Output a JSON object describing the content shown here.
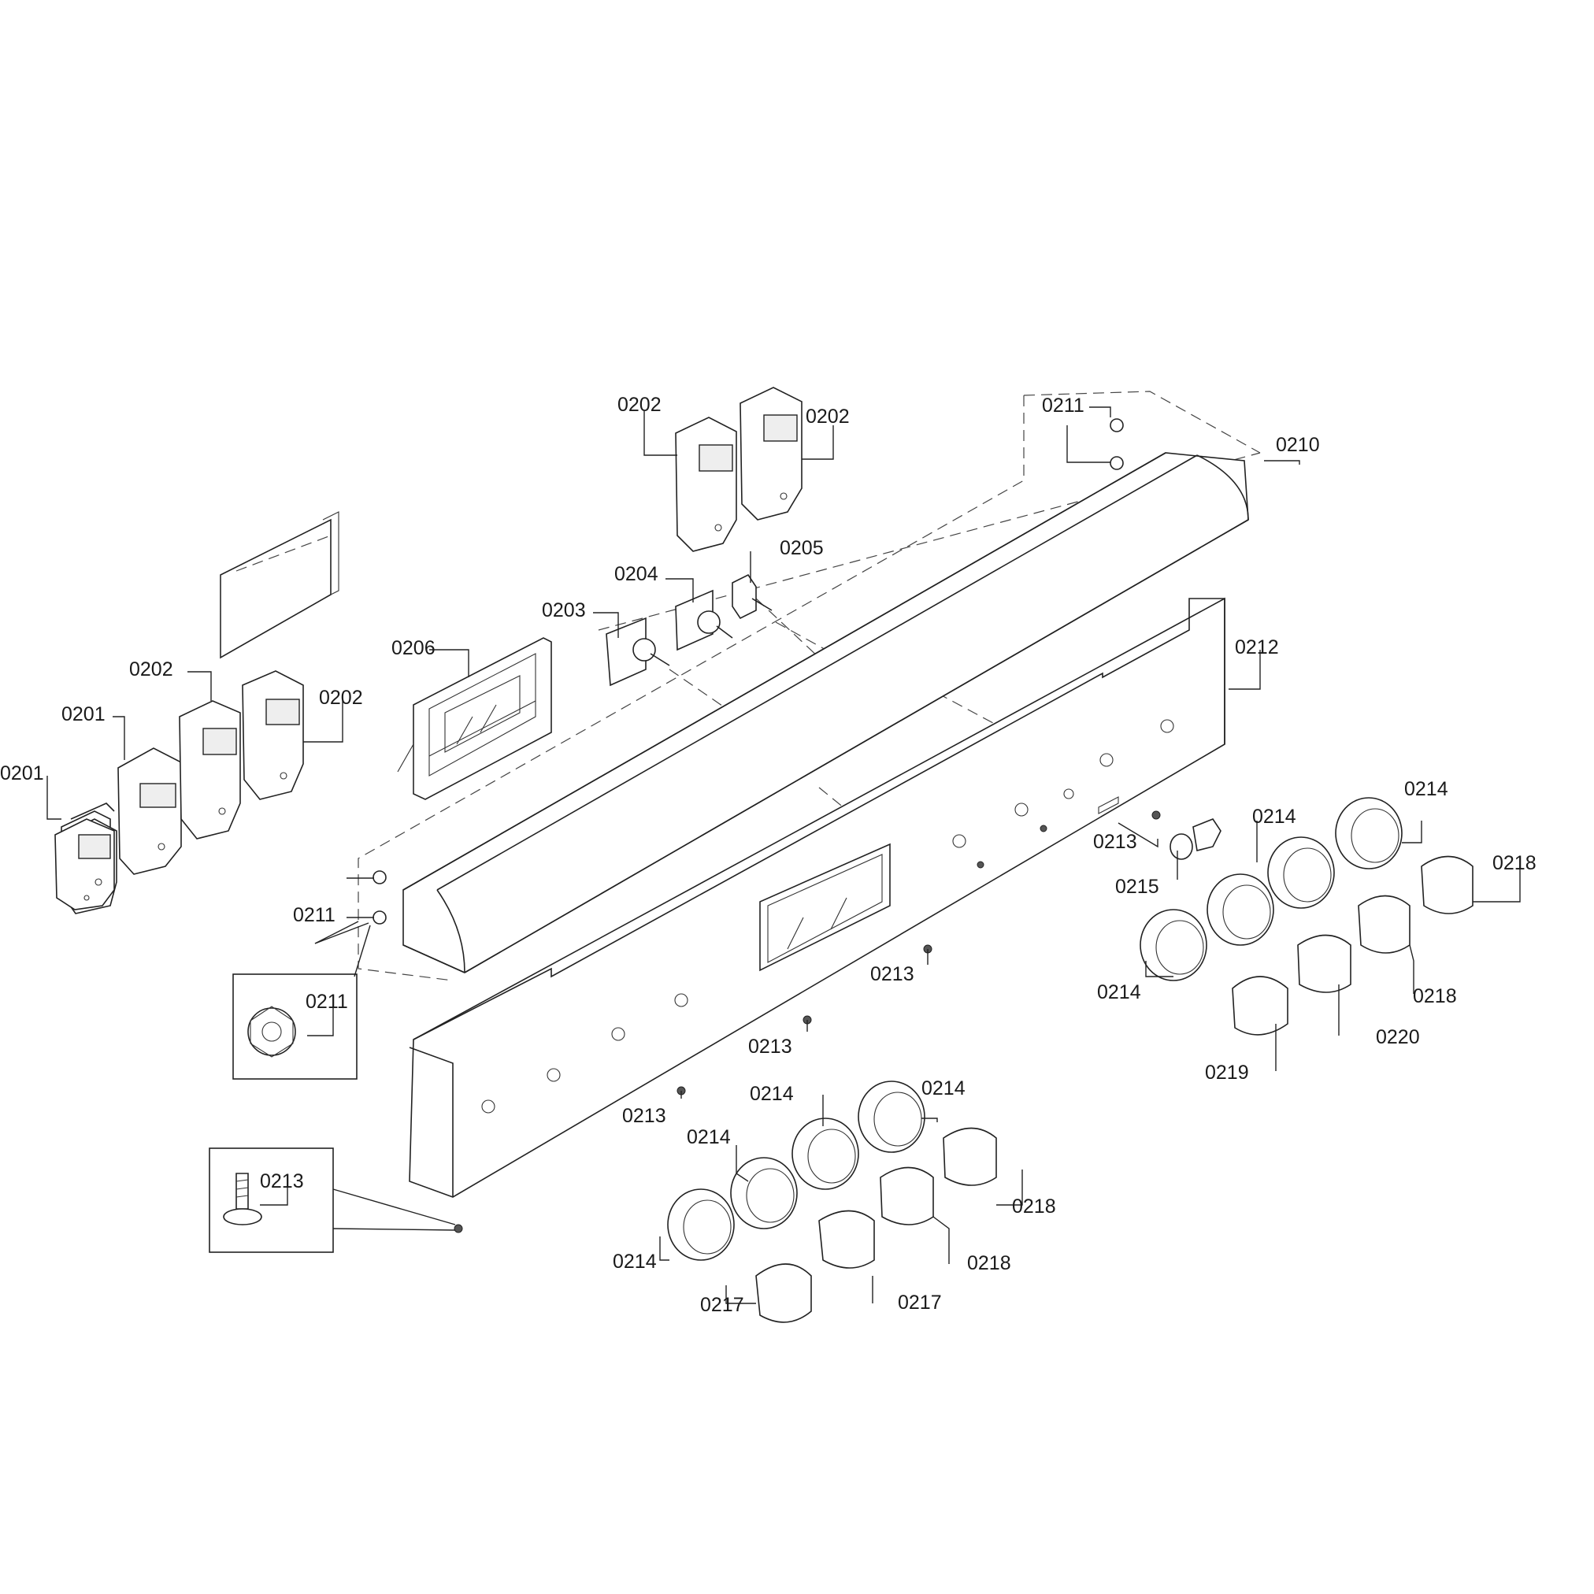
{
  "diagram": {
    "labels": [
      {
        "id": "l01",
        "text": "0202"
      },
      {
        "id": "l02",
        "text": "0202"
      },
      {
        "id": "l03",
        "text": "0211"
      },
      {
        "id": "l04",
        "text": "0210"
      },
      {
        "id": "l05",
        "text": "0205"
      },
      {
        "id": "l06",
        "text": "0204"
      },
      {
        "id": "l07",
        "text": "0203"
      },
      {
        "id": "l08",
        "text": "0206"
      },
      {
        "id": "l09",
        "text": "0212"
      },
      {
        "id": "l10",
        "text": "0202"
      },
      {
        "id": "l11",
        "text": "0202"
      },
      {
        "id": "l12",
        "text": "0201"
      },
      {
        "id": "l13",
        "text": "0201"
      },
      {
        "id": "l14",
        "text": "0214"
      },
      {
        "id": "l15",
        "text": "0214"
      },
      {
        "id": "l16",
        "text": "0213"
      },
      {
        "id": "l17",
        "text": "0218"
      },
      {
        "id": "l18",
        "text": "0215"
      },
      {
        "id": "l19",
        "text": "0211"
      },
      {
        "id": "l20",
        "text": "0213"
      },
      {
        "id": "l21",
        "text": "0214"
      },
      {
        "id": "l22",
        "text": "0218"
      },
      {
        "id": "l23",
        "text": "0211"
      },
      {
        "id": "l24",
        "text": "0220"
      },
      {
        "id": "l25",
        "text": "0213"
      },
      {
        "id": "l26",
        "text": "0219"
      },
      {
        "id": "l27",
        "text": "0214"
      },
      {
        "id": "l28",
        "text": "0214"
      },
      {
        "id": "l29",
        "text": "0213"
      },
      {
        "id": "l30",
        "text": "0214"
      },
      {
        "id": "l31",
        "text": "0213"
      },
      {
        "id": "l32",
        "text": "0218"
      },
      {
        "id": "l33",
        "text": "0214"
      },
      {
        "id": "l34",
        "text": "0218"
      },
      {
        "id": "l35",
        "text": "0217"
      },
      {
        "id": "l36",
        "text": "0217"
      }
    ]
  }
}
